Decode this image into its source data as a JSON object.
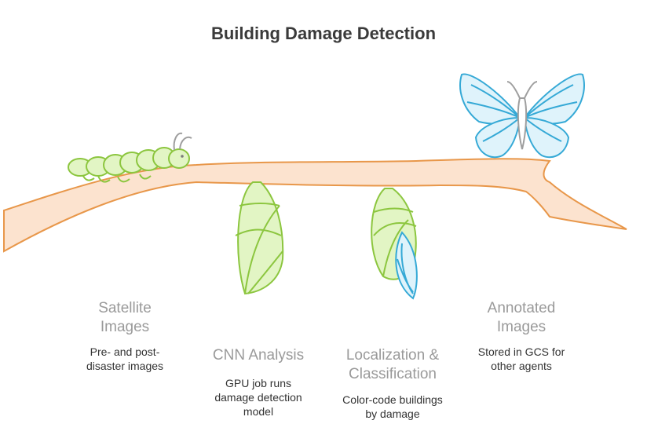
{
  "title": "Building Damage Detection",
  "colors": {
    "branch": "#e8974a",
    "branch_fill": "#fce3cf",
    "green": "#8cc63f",
    "green_fill": "#e2f5c4",
    "blue": "#35a9d6",
    "blue_fill": "#dff3fb",
    "antenna": "#9e9e9e"
  },
  "stages": [
    {
      "title_line1": "Satellite",
      "title_line2": "Images",
      "desc_line1": "Pre- and post-",
      "desc_line2": "disaster images",
      "icon": "caterpillar-icon"
    },
    {
      "title_line1": "CNN Analysis",
      "desc_line1": "GPU job runs",
      "desc_line2": "damage detection",
      "desc_line3": "model",
      "icon": "cocoon-icon"
    },
    {
      "title_line1": "Localization &",
      "title_line2": "Classification",
      "desc_line1": "Color-code buildings",
      "desc_line2": "by damage",
      "icon": "emerging-chrysalis-icon"
    },
    {
      "title_line1": "Annotated",
      "title_line2": "Images",
      "desc_line1": "Stored in GCS for",
      "desc_line2": "other agents",
      "icon": "butterfly-icon"
    }
  ]
}
